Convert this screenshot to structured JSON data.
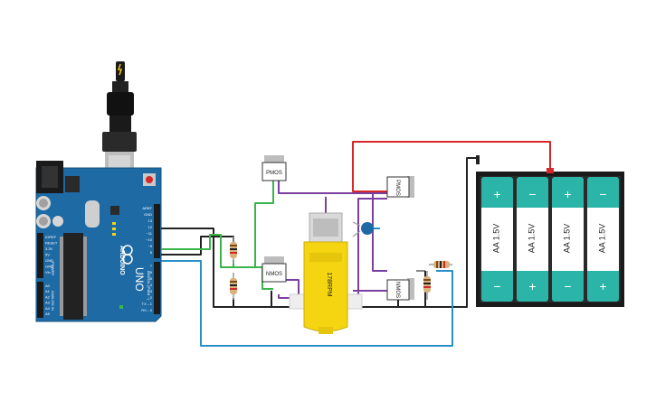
{
  "arduino": {
    "brand": "ARDUINO",
    "model": "UNO",
    "power_label": "POWER",
    "analog_label": "ANALOG IN",
    "digital_label": "DIGITAL (PWM ~)",
    "power_pins": [
      "IOREF",
      "RESET",
      "3.3V",
      "5V",
      "GND",
      "GND",
      "Vin"
    ],
    "analog_pins": [
      "A0",
      "A1",
      "A2",
      "A3",
      "A4",
      "A5"
    ],
    "digital_header_pins": [
      "AREF",
      "GND",
      "13",
      "12",
      "~11",
      "~10",
      "~9",
      "8"
    ],
    "digital_lower_pins": [
      "7",
      "~6",
      "~5",
      "4",
      "~3",
      "2",
      "TX→1",
      "RX←0"
    ],
    "led_labels": [
      "L",
      "TX",
      "RX",
      "ON"
    ]
  },
  "components": {
    "pmos_left": "PMOS",
    "pmos_right": "PMOS",
    "nmos_left": "NMOS",
    "nmos_right": "NMOS",
    "motor_label": "178RPM"
  },
  "battery": {
    "cells": [
      {
        "label": "AA 1.5V",
        "top_sign": "+",
        "bottom_sign": "−"
      },
      {
        "label": "AA 1.5V",
        "top_sign": "−",
        "bottom_sign": "+"
      },
      {
        "label": "AA 1.5V",
        "top_sign": "+",
        "bottom_sign": "−"
      },
      {
        "label": "AA 1.5V",
        "top_sign": "−",
        "bottom_sign": "+"
      }
    ]
  },
  "colors": {
    "board": "#1d6aa5",
    "wire_red": "#d62828",
    "wire_black": "#222222",
    "wire_green": "#3bb54a",
    "wire_purple": "#7b3fa0",
    "wire_blue": "#2a8fc7",
    "motor_yellow": "#f5d511",
    "battery_cell": "#2bb5a8"
  }
}
